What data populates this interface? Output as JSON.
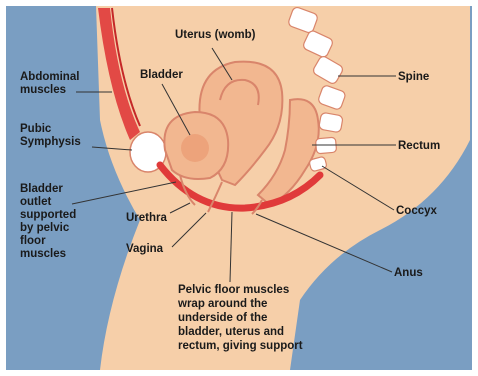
{
  "labels": {
    "uterus": "Uterus (womb)",
    "bladder": "Bladder",
    "abdominal": [
      "Abdominal",
      "muscles"
    ],
    "pubic": [
      "Pubic",
      "Symphysis"
    ],
    "bladder_outlet": [
      "Bladder",
      "outlet",
      "supported",
      "by pelvic",
      "floor",
      "muscles"
    ],
    "urethra": "Urethra",
    "vagina": "Vagina",
    "spine": "Spine",
    "rectum": "Rectum",
    "coccyx": "Coccyx",
    "anus": "Anus",
    "caption": [
      "Pelvic floor muscles",
      "wrap around the",
      "underside of the",
      "bladder, uterus and",
      "rectum, giving support"
    ]
  },
  "colors": {
    "background": "#7a9ec2",
    "skin": "#f6cfa9",
    "organ_fill": "#f2b790",
    "organ_outline": "#d9856b",
    "muscle": "#e03a3a",
    "bone": "#ffffff"
  }
}
